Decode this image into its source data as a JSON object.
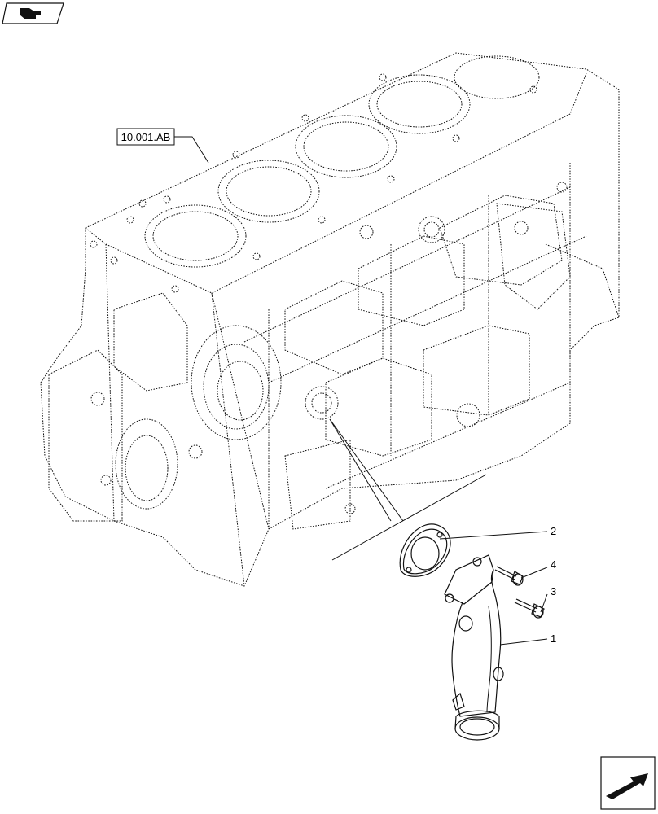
{
  "reference_label": "10.001.AB",
  "callouts": [
    {
      "number": "2"
    },
    {
      "number": "4"
    },
    {
      "number": "3"
    },
    {
      "number": "1"
    }
  ],
  "icons": {
    "top_left": "book-icon",
    "bottom_right": "next-page-arrow-icon"
  }
}
